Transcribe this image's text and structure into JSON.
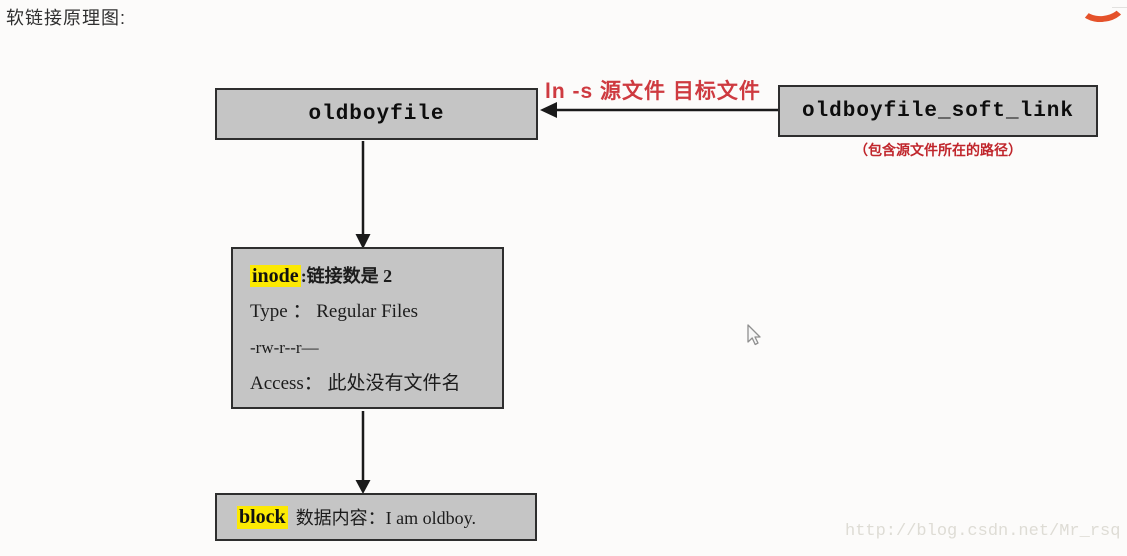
{
  "page": {
    "title": "软链接原理图:",
    "watermark": "http://blog.csdn.net/Mr_rsq"
  },
  "diagram": {
    "source_box_label": "oldboyfile",
    "link_box_label": "oldboyfile_soft_link",
    "link_note": "（包含源文件所在的路径）",
    "arrow_label": "ln -s 源文件 目标文件",
    "inode_box": {
      "highlight": "inode",
      "line1_rest": ":链接数是 2",
      "line2": "Type ： Regular Files",
      "line3": "-rw-r--r—",
      "line4": "Access： 此处没有文件名"
    },
    "block_box": {
      "highlight": "block",
      "rest": "数据内容：I am oldboy."
    }
  },
  "icons": {
    "csdn_logo_fragment": "orange-arc-swoosh",
    "mouse_cursor": "pointer-arrow"
  },
  "colors": {
    "background": "#fcfbfa",
    "box_fill": "#c5c5c5",
    "box_border": "#2e2e2e",
    "accent_red": "#ce3a40",
    "note_red": "#c0262c",
    "highlight_yellow": "#fce903",
    "watermark_gray": "#dedcd5",
    "logo_orange": "#e5522a"
  }
}
